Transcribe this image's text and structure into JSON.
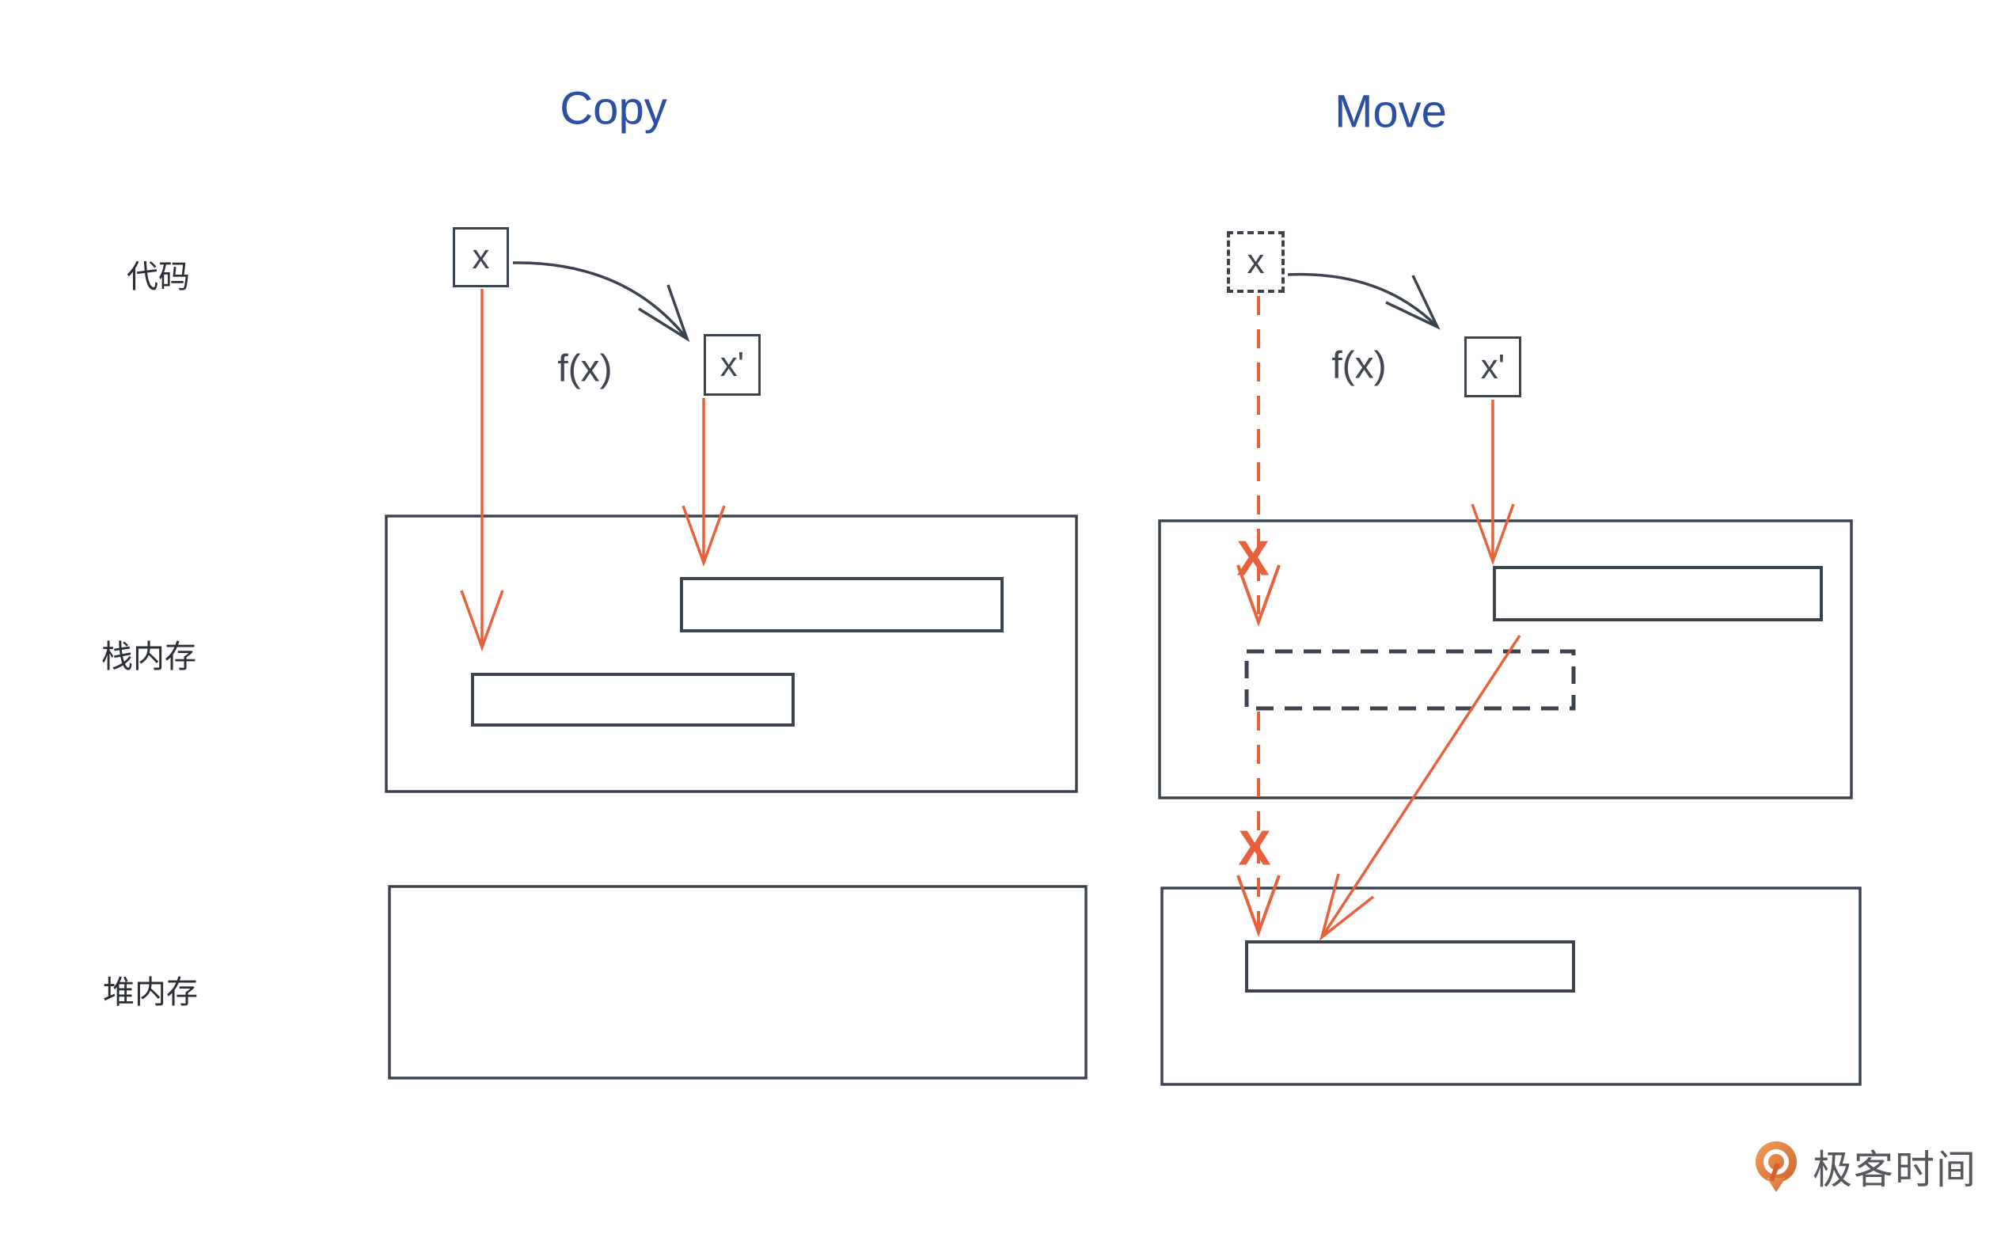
{
  "titles": {
    "copy": "Copy",
    "move": "Move"
  },
  "row_labels": {
    "code": "代码",
    "stack": "栈内存",
    "heap": "堆内存"
  },
  "copy_panel": {
    "x": "x",
    "x_prime": "x'",
    "fn": "f(x)"
  },
  "move_panel": {
    "x": "x",
    "x_prime": "x'",
    "fn": "f(x)",
    "invalidated_mark_stack": "X",
    "invalidated_mark_heap": "X"
  },
  "logo": {
    "brand": "极客时间"
  },
  "colors": {
    "accent_blue": "#2b4fa5",
    "stroke_ink": "#3b434e",
    "arrow_red": "#e8613d",
    "logo_orange": "#d2622c",
    "logo_text_gray": "#55585d"
  }
}
